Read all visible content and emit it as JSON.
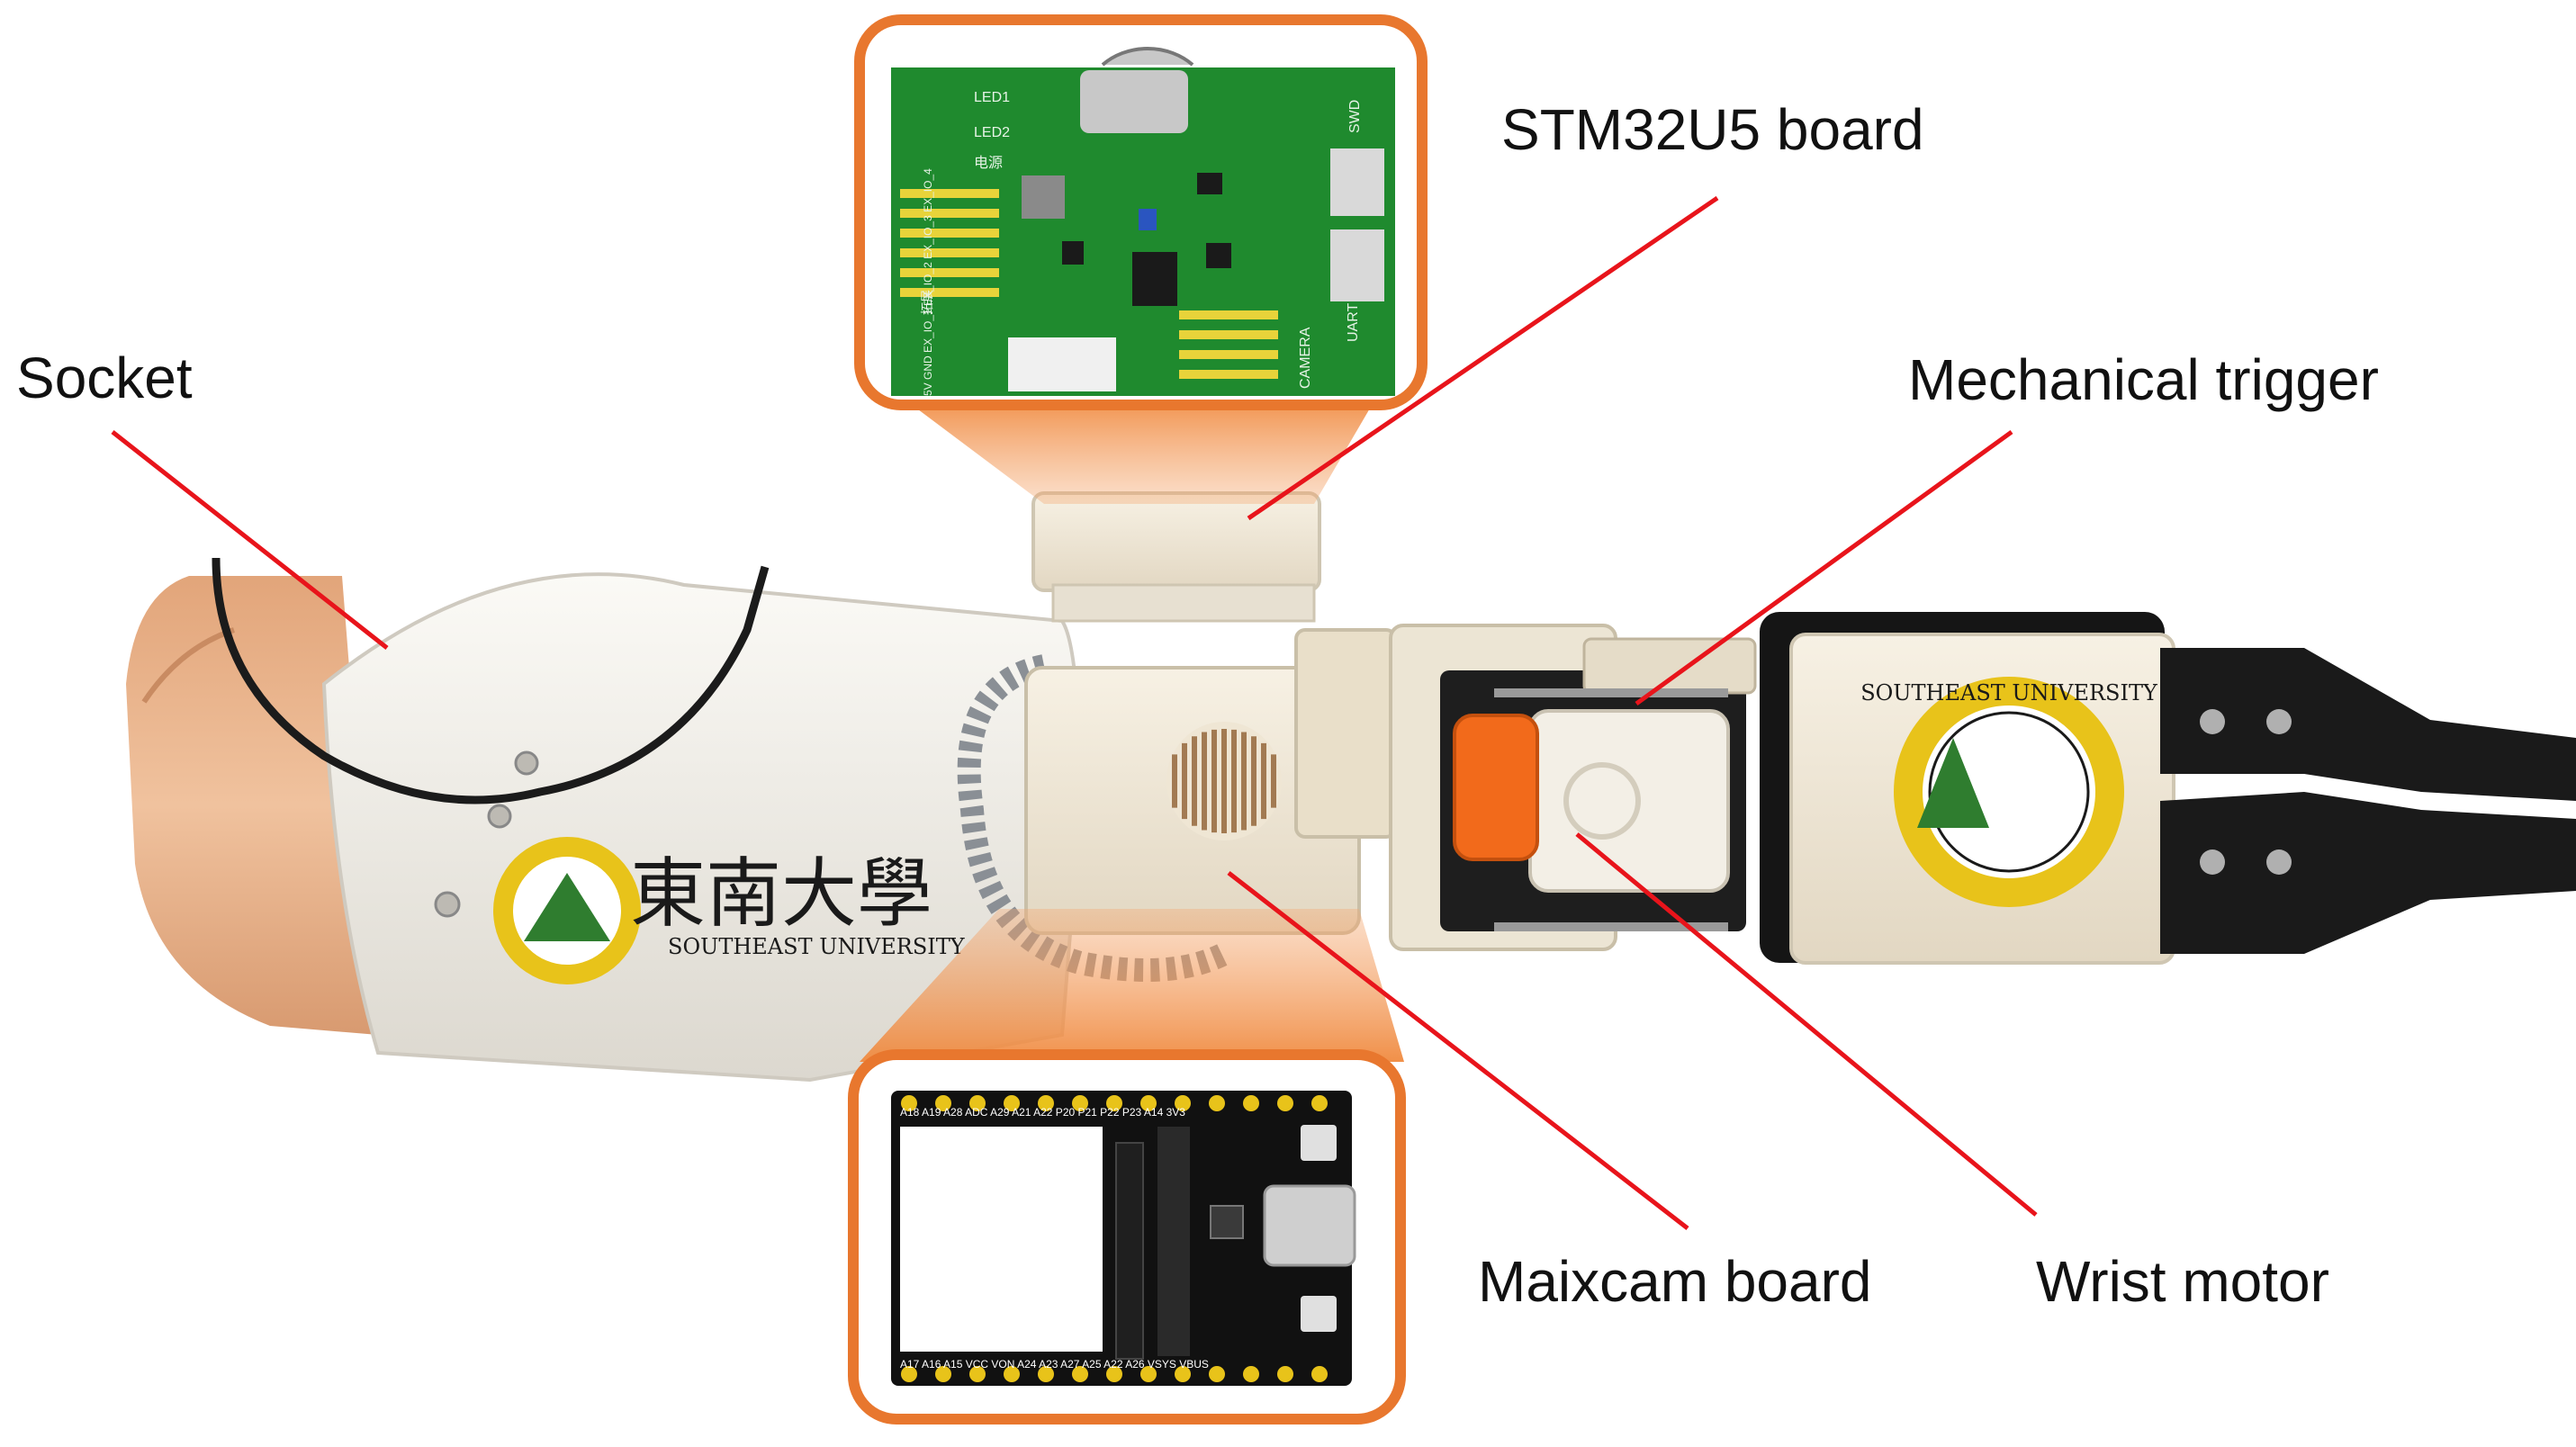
{
  "labels": {
    "socket": "Socket",
    "stm32_board": "STM32U5 board",
    "mechanical_trigger": "Mechanical trigger",
    "maixcam_board": "Maixcam board",
    "wrist_motor": "Wrist motor"
  },
  "pcb_top": {
    "led1": "LED1",
    "led2": "LED2",
    "power": "电源",
    "swd": "SWD",
    "uart": "UART",
    "camera": "CAMERA",
    "pins": "5V GND EX_IO_1 EX_IO_2 EX_IO_3 EX_IO_4",
    "header_chinese": "拓展"
  },
  "pcb_bottom": {
    "pins_top": "A18 A19 A28 ADC A29 A21 A22 P20 P21 P22 P23 A14 3V3",
    "pins_bottom": "A17 A16 A15 VCC VON A24 A23 A27 A25 A22 A26 VSYS VBUS"
  },
  "logo": {
    "university_en": "SOUTHEAST UNIVERSITY",
    "university_cn": "東南大學"
  },
  "colors": {
    "leader_line": "#e8141b",
    "callout_border": "#e8772e",
    "pcb_green": "#1f8a2e",
    "pcb_black": "#111111",
    "socket_skin": "#e9b48c",
    "shell_white": "#f1efea",
    "trigger_orange": "#f26a1b",
    "logo_gold": "#e8c31a"
  }
}
